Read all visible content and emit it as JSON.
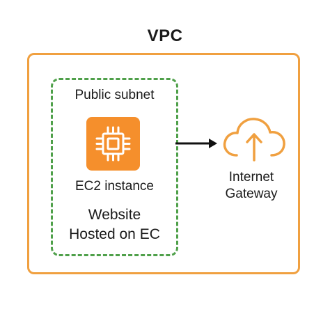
{
  "vpc": {
    "title": "VPC",
    "border_color": "#f0a040"
  },
  "subnet": {
    "label": "Public subnet",
    "border_color": "#4fa04a"
  },
  "ec2": {
    "icon": "chip-icon",
    "tile_color": "#f58f2c",
    "label": "EC2 instance"
  },
  "website": {
    "line1": "Website",
    "line2": "Hosted on EC"
  },
  "gateway": {
    "icon": "cloud-upload-icon",
    "icon_color": "#f0a040",
    "line1": "Internet",
    "line2": "Gateway"
  }
}
